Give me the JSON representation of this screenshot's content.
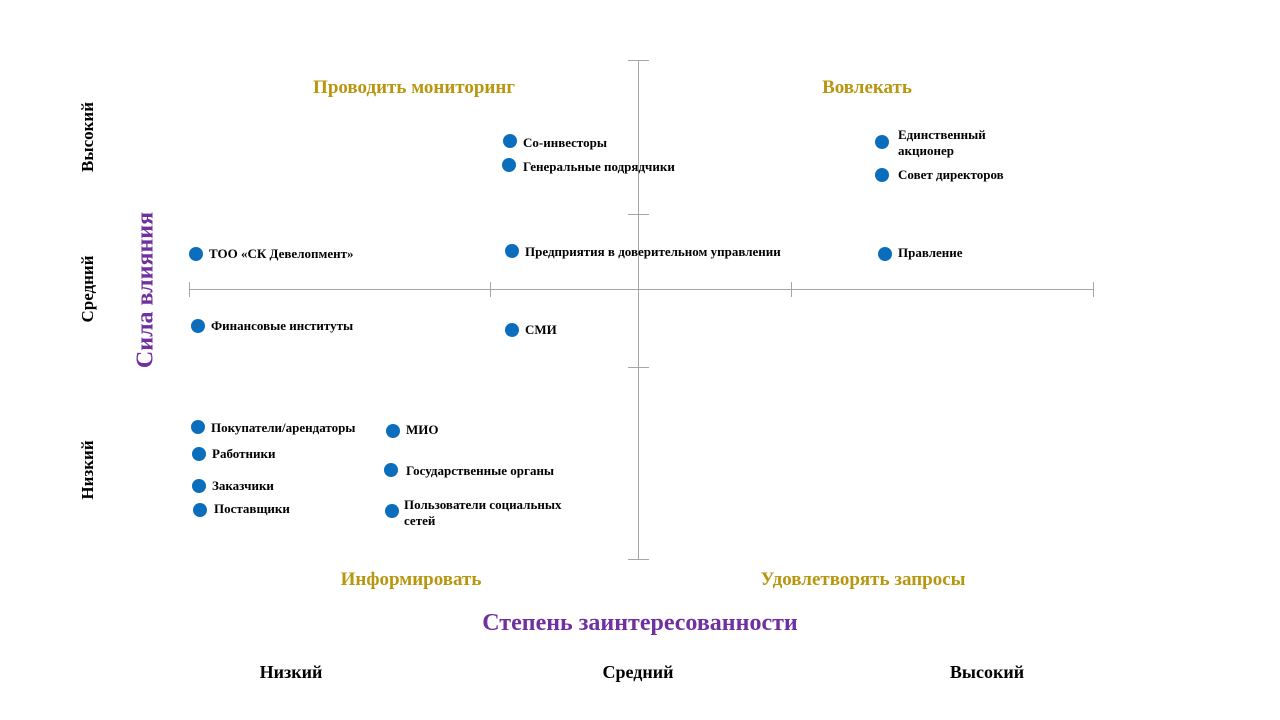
{
  "colors": {
    "quadrant": "#b8960f",
    "axis_title": "#7030a0",
    "dot": "#0a6ebd",
    "axis_line": "#a6a6a6"
  },
  "quadrants": {
    "top_left": "Проводить  мониторинг",
    "top_right": "Вовлекать",
    "bottom_left": "Информировать",
    "bottom_right": "Удовлетворять  запросы"
  },
  "axes": {
    "x_title": "Степень заинтересованности",
    "y_title": "Сила влияния",
    "x_levels": [
      "Низкий",
      "Средний",
      "Высокий"
    ],
    "y_levels": [
      "Высокий",
      "Средний",
      "Низкий"
    ]
  },
  "stakeholders": [
    {
      "lines": [
        "Со-инвесторы"
      ]
    },
    {
      "lines": [
        "Генеральные подрядчики"
      ]
    },
    {
      "lines": [
        "Единственный",
        "акционер"
      ]
    },
    {
      "lines": [
        "Совет директоров"
      ]
    },
    {
      "lines": [
        "ТОО «СК Девелопмент»"
      ]
    },
    {
      "lines": [
        "Предприятия в доверительном управлении"
      ]
    },
    {
      "lines": [
        "Правление"
      ]
    },
    {
      "lines": [
        "Финансовые институты"
      ]
    },
    {
      "lines": [
        "СМИ"
      ]
    },
    {
      "lines": [
        "Покупатели/арендаторы"
      ]
    },
    {
      "lines": [
        "МИО"
      ]
    },
    {
      "lines": [
        "Работники"
      ]
    },
    {
      "lines": [
        "Государственные органы"
      ]
    },
    {
      "lines": [
        "Заказчики"
      ]
    },
    {
      "lines": [
        "Пользователи социальных",
        "сетей"
      ]
    },
    {
      "lines": [
        "Поставщики"
      ]
    }
  ]
}
